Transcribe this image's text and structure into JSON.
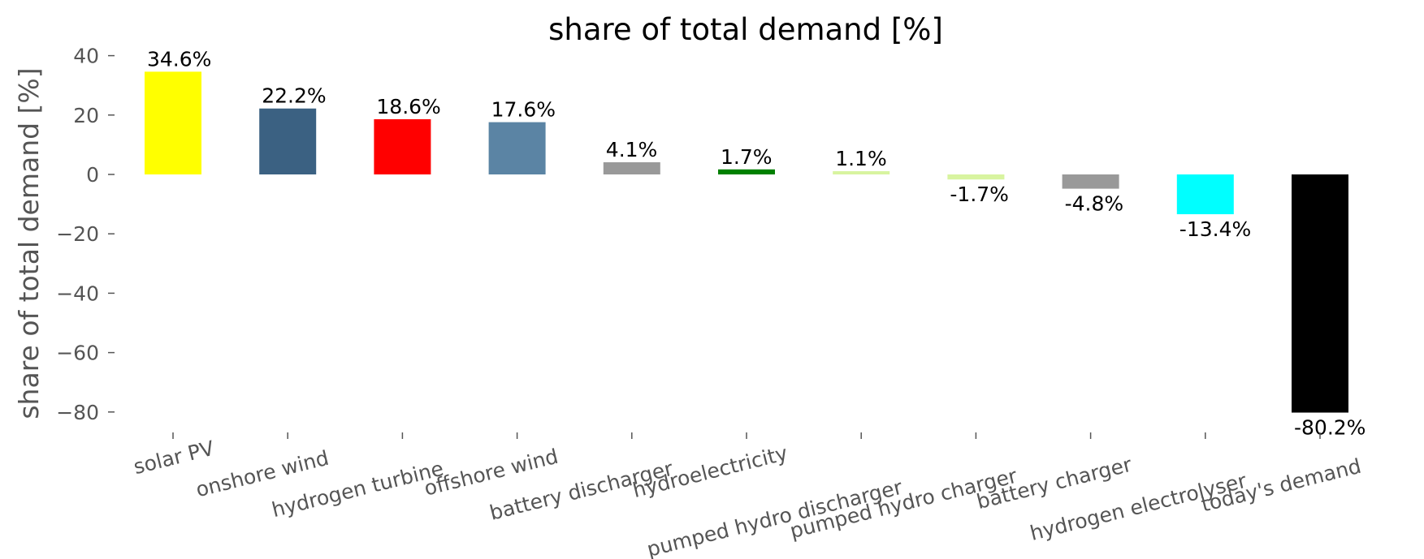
{
  "chart_data": {
    "type": "bar",
    "title": "share of total demand [%]",
    "xlabel": "",
    "ylabel": "share of total demand [%]",
    "ylim": [
      -86,
      42
    ],
    "yticks": [
      40,
      20,
      0,
      -20,
      -40,
      -60,
      -80
    ],
    "grid": false,
    "categories": [
      "solar PV",
      "onshore wind",
      "hydrogen turbine",
      "offshore wind",
      "battery discharger",
      "hydroelectricity",
      "pumped hydro discharger",
      "pumped hydro charger",
      "battery charger",
      "hydrogen electrolyser",
      "today's demand"
    ],
    "values": [
      34.6,
      22.2,
      18.6,
      17.6,
      4.1,
      1.7,
      1.1,
      -1.7,
      -4.8,
      -13.4,
      -80.2
    ],
    "labels": [
      "34.6%",
      "22.2%",
      "18.6%",
      "17.6%",
      "4.1%",
      "1.7%",
      "1.1%",
      "-1.7%",
      "-4.8%",
      "-13.4%",
      "-80.2%"
    ],
    "colors": [
      "#ffff00",
      "#3b6182",
      "#ff0000",
      "#5b84a4",
      "#999999",
      "#008000",
      "#d8f4a0",
      "#d8f4a0",
      "#999999",
      "#00ffff",
      "#000000"
    ]
  }
}
